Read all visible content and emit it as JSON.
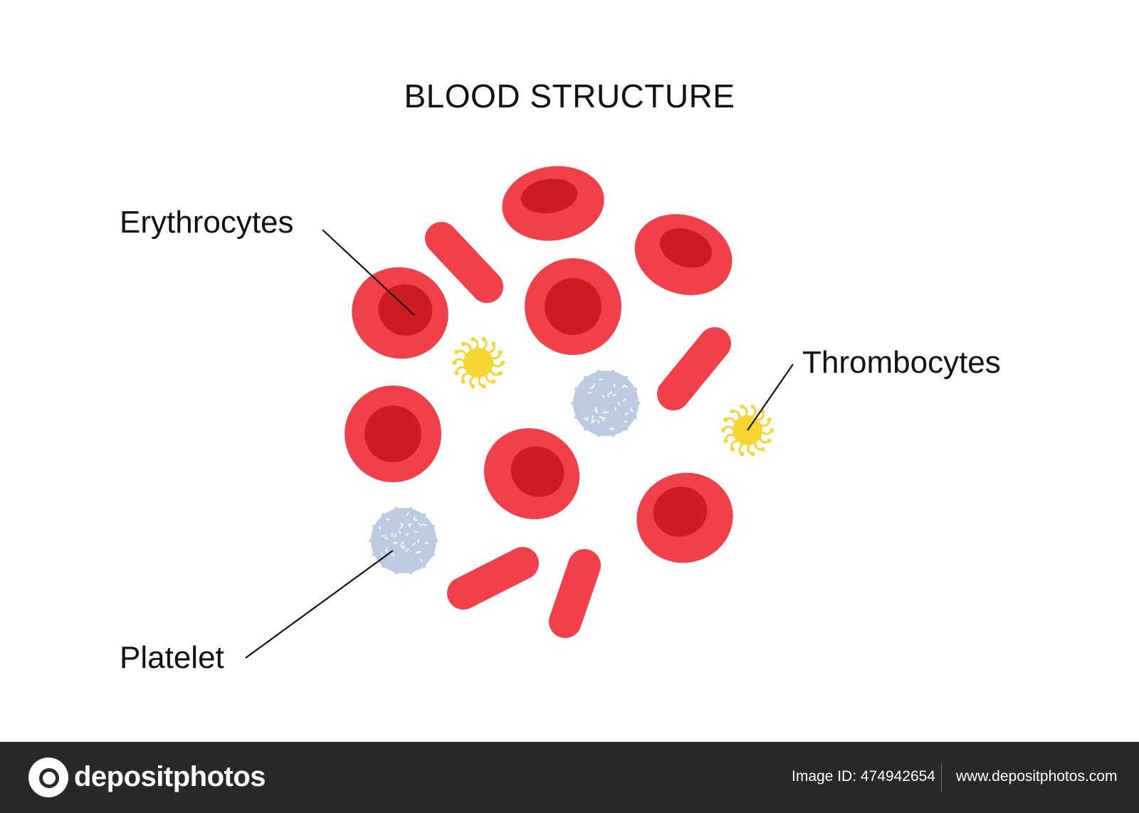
{
  "title": "BLOOD STRUCTURE",
  "labels": {
    "erythrocytes": "Erythrocytes",
    "thrombocytes": "Thrombocytes",
    "platelet": "Platelet"
  },
  "colors": {
    "cell_outer": "#f2404a",
    "cell_inner": "#cc1c22",
    "thrombocyte": "#f5d630",
    "platelet": "#bccbe0",
    "platelet_speck": "#ffffff",
    "leader_line": "#111111",
    "footer_bg": "#282828"
  },
  "footer": {
    "brand": "depositphotos",
    "image_id": "Image ID: 474942654",
    "site": "www.depositphotos.com"
  }
}
